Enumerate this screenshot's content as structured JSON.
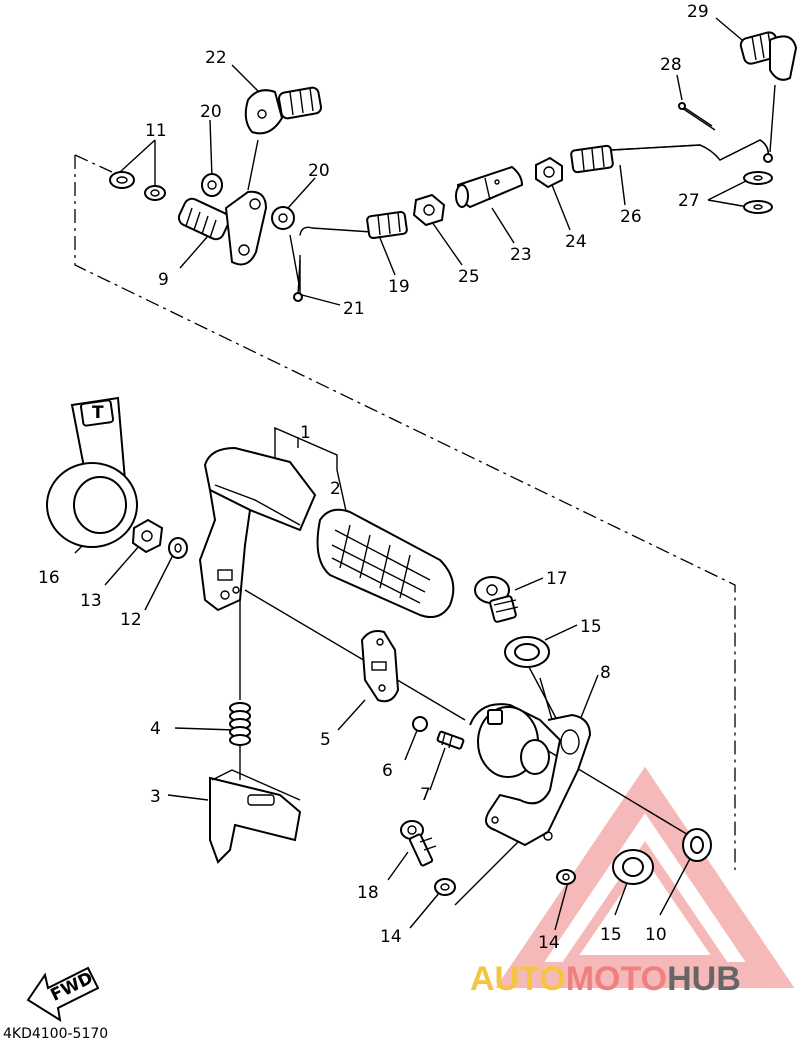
{
  "diagram": {
    "part_numbers": {
      "p1": "1",
      "p2": "2",
      "p3": "3",
      "p4": "4",
      "p5": "5",
      "p6": "6",
      "p7": "7",
      "p8": "8",
      "p9": "9",
      "p10": "10",
      "p11": "11",
      "p12": "12",
      "p13": "13",
      "p14a": "14",
      "p14b": "14",
      "p15a": "15",
      "p15b": "15",
      "p16": "16",
      "p17": "17",
      "p18": "18",
      "p19": "19",
      "p20a": "20",
      "p20b": "20",
      "p21": "21",
      "p22": "22",
      "p23": "23",
      "p24": "24",
      "p25": "25",
      "p26": "26",
      "p27": "27",
      "p28": "28",
      "p29": "29"
    },
    "fwd_label": "FWD",
    "drawing_code": "4KD4100-5170",
    "cap_letter": "T"
  },
  "watermark": {
    "part1": "AUTO",
    "part2": "MOTO",
    "part3": "HUB",
    "colors": {
      "auto": "#f5c542",
      "moto": "#f08080",
      "hub": "#666666",
      "triangle": "#f08080"
    }
  }
}
